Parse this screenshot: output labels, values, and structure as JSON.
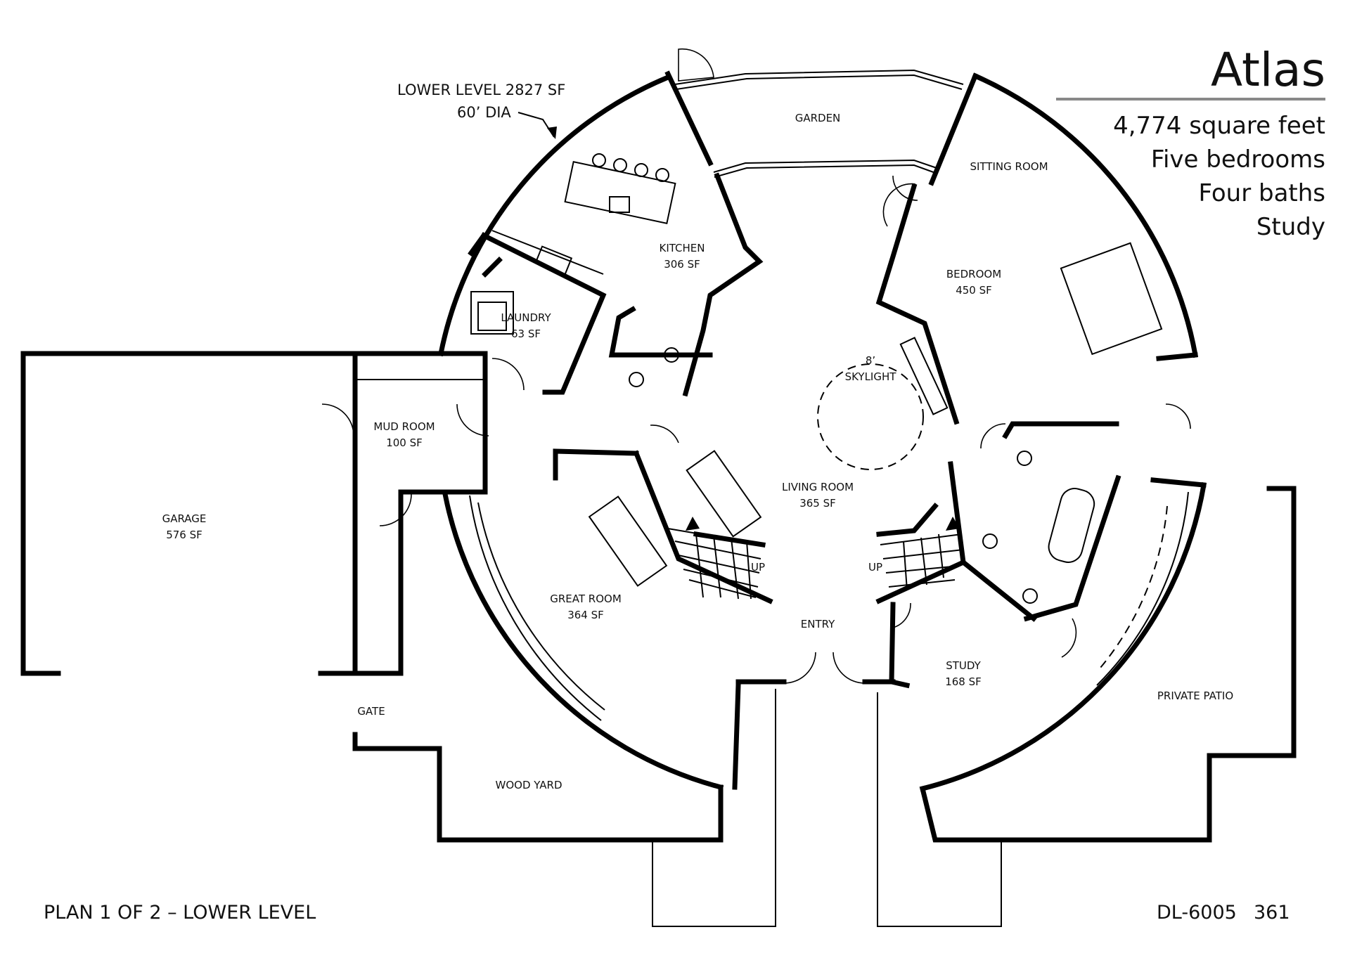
{
  "title": "Atlas",
  "features": [
    "4,774 square feet",
    "Five bedrooms",
    "Four baths",
    "Study"
  ],
  "level_note": {
    "line1": "LOWER LEVEL 2827 SF",
    "line2": "60’ DIA"
  },
  "rooms": {
    "garden": "GARDEN",
    "sitting_room": "SITTING ROOM",
    "kitchen": {
      "name": "KITCHEN",
      "area": "306 SF"
    },
    "laundry": {
      "name": "LAUNDRY",
      "area": "63 SF"
    },
    "bedroom": {
      "name": "BEDROOM",
      "area": "450 SF"
    },
    "skylight": {
      "size": "8’",
      "name": "SKYLIGHT"
    },
    "mud_room": {
      "name": "MUD ROOM",
      "area": "100 SF"
    },
    "garage": {
      "name": "GARAGE",
      "area": "576 SF"
    },
    "living_room": {
      "name": "LIVING ROOM",
      "area": "365 SF"
    },
    "great_room": {
      "name": "GREAT ROOM",
      "area": "364 SF"
    },
    "entry": "ENTRY",
    "study": {
      "name": "STUDY",
      "area": "168 SF"
    },
    "private_patio": "PRIVATE PATIO",
    "gate": "GATE",
    "wood_yard": "WOOD YARD",
    "stair_left": "UP",
    "stair_right": "UP"
  },
  "footer": {
    "plan_label": "PLAN 1 OF 2 – LOWER LEVEL",
    "plan_code": "DL-6005",
    "page_number": "361"
  }
}
